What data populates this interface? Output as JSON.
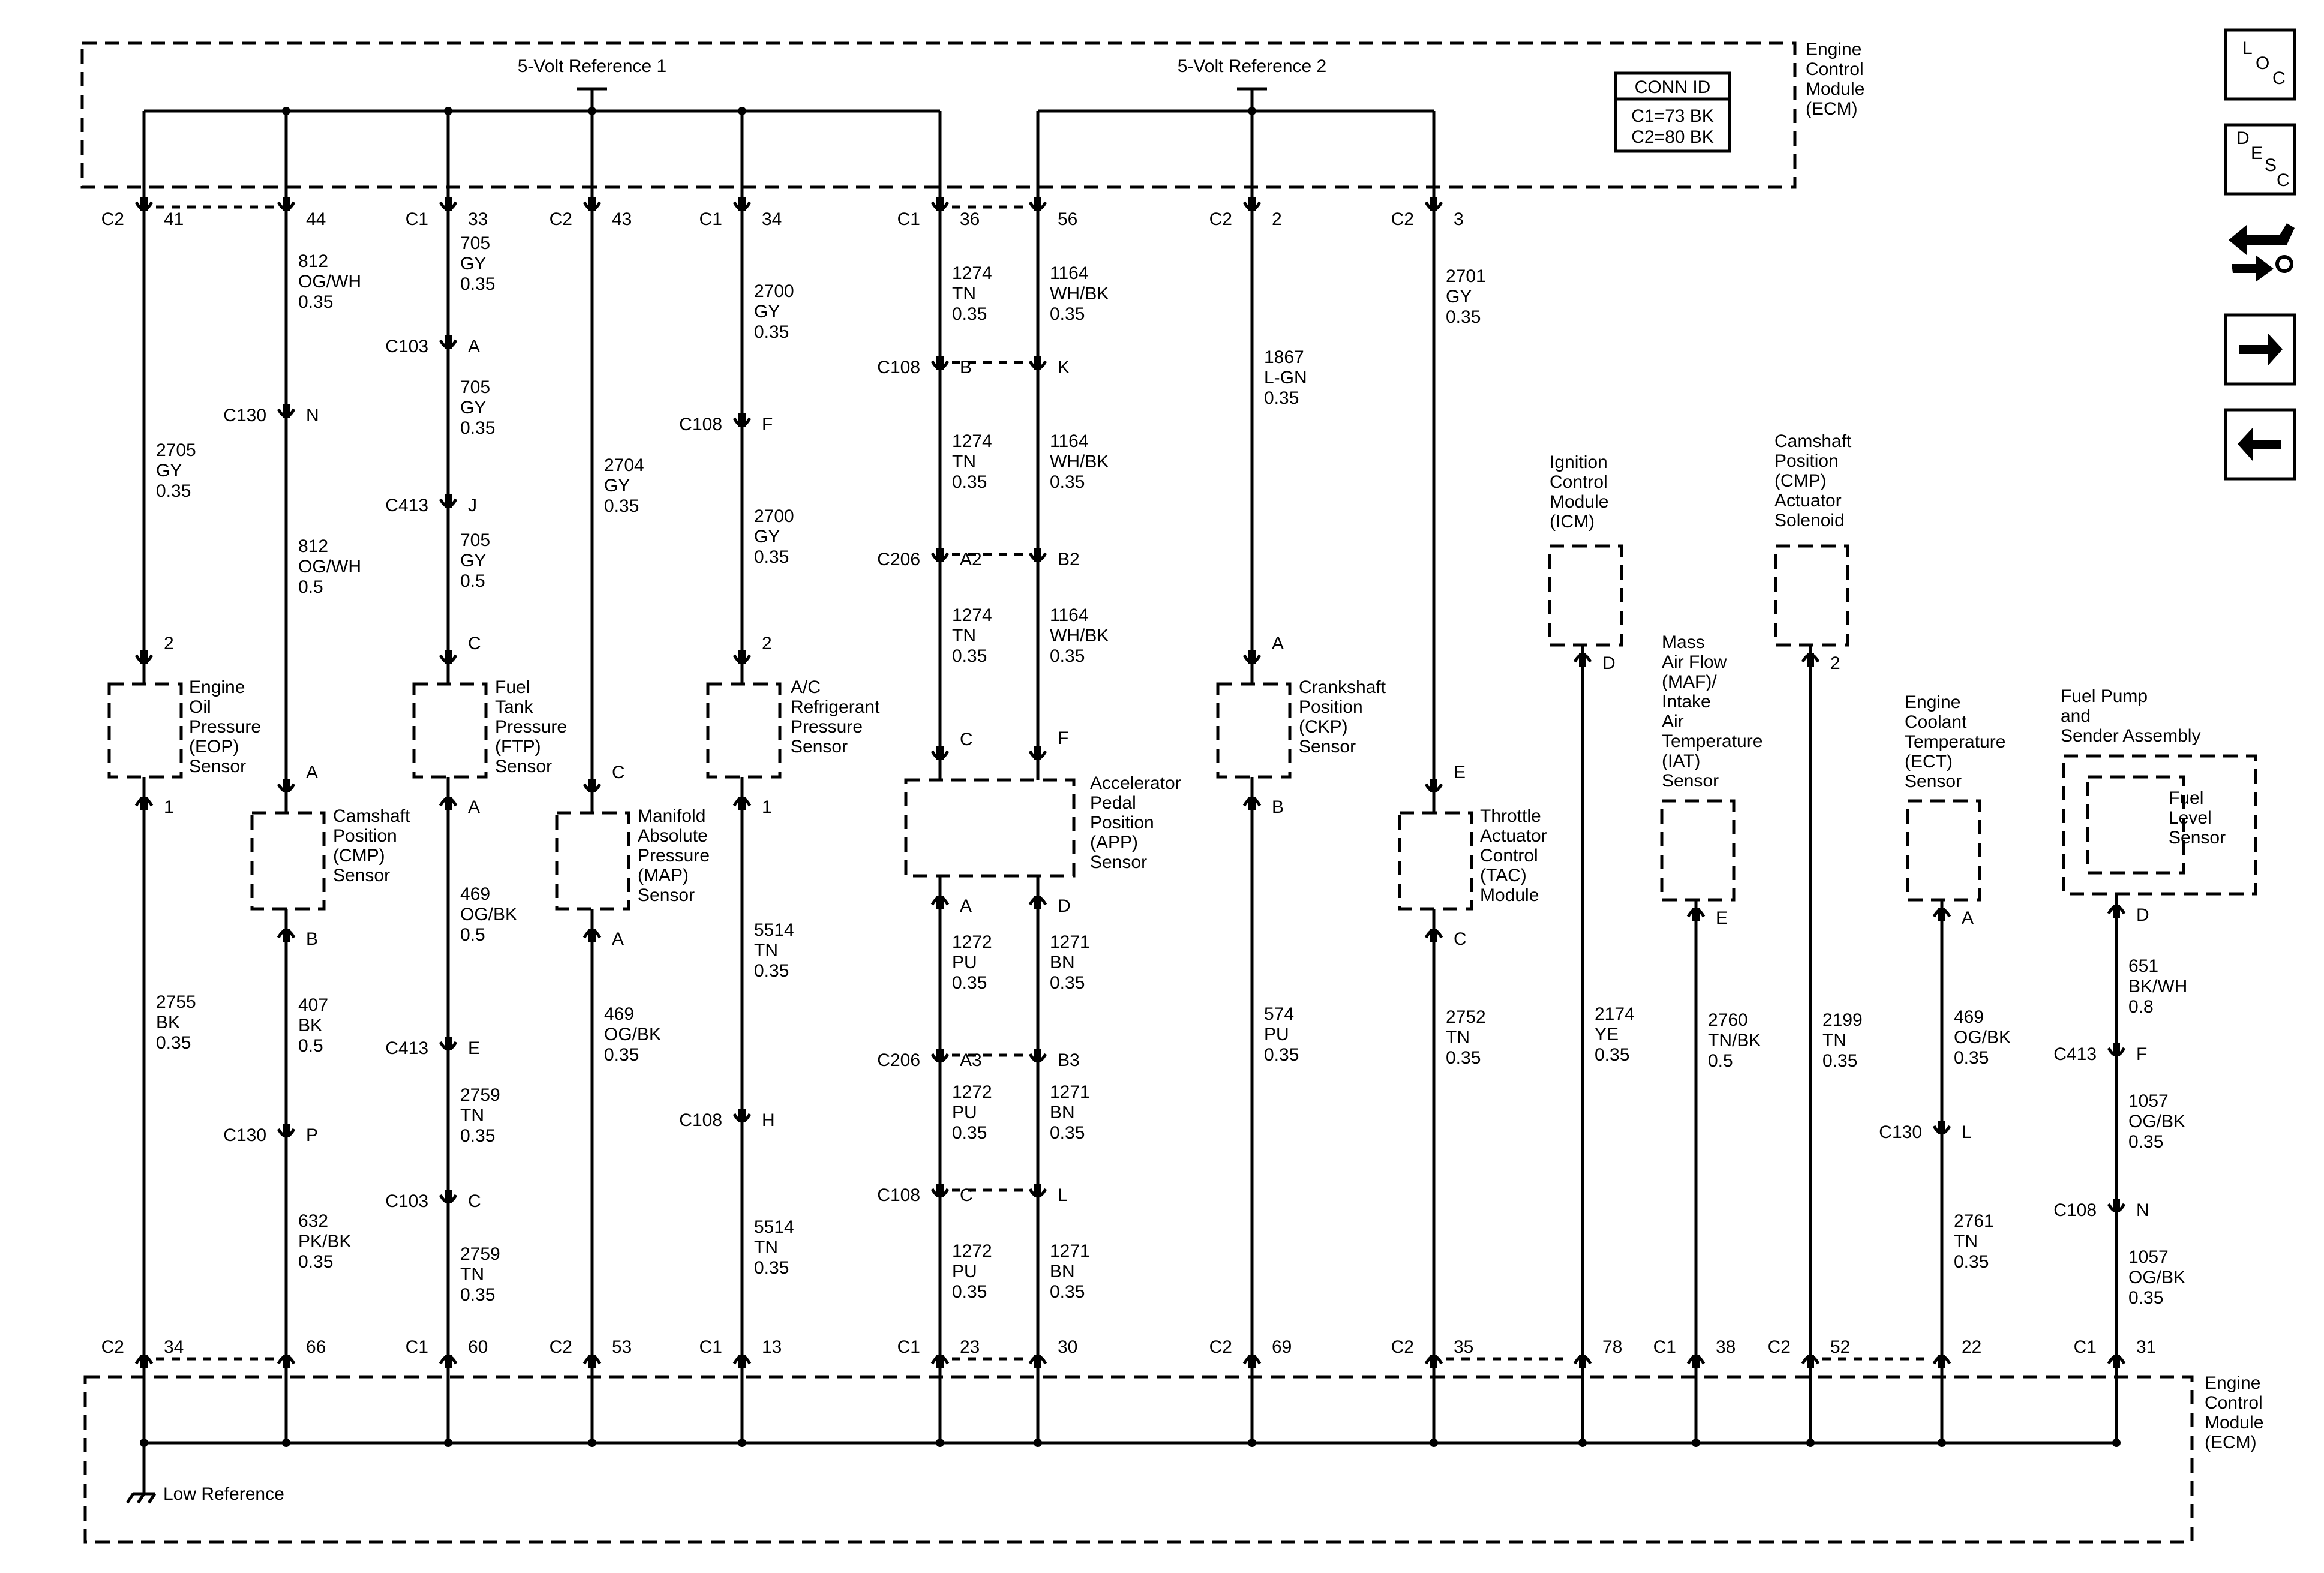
{
  "ecm_top": {
    "label": [
      "Engine",
      "Control",
      "Module",
      "(ECM)"
    ]
  },
  "ecm_bottom": {
    "label": [
      "Engine",
      "Control",
      "Module",
      "(ECM)"
    ]
  },
  "references": {
    "ref1": "5-Volt Reference 1",
    "ref2": "5-Volt Reference 2",
    "low": "Low Reference"
  },
  "conn_id": {
    "title": "CONN ID",
    "rows": [
      "C1=73 BK",
      "C2=80 BK"
    ]
  },
  "nav": {
    "loc": [
      "L",
      "O",
      "C"
    ],
    "desc": [
      "D",
      "E",
      "S",
      "C"
    ]
  },
  "wires": [
    {
      "top": {
        "conn": "C2",
        "pin": "41"
      },
      "bottom": {
        "conn": "C2",
        "pin": "34"
      },
      "texts": [
        [
          "2705",
          "GY",
          "0.35"
        ],
        [
          "2755",
          "BK",
          "0.35"
        ]
      ],
      "device": {
        "name": [
          "Engine",
          "Oil",
          "Pressure",
          "(EOP)",
          "Sensor"
        ],
        "pin_top": "2",
        "pin_bottom": "1"
      },
      "inlines": []
    },
    {
      "top": {
        "conn": "",
        "pin": "44"
      },
      "bottom": {
        "conn": "",
        "pin": "66"
      },
      "texts": [
        [
          "812",
          "OG/WH",
          "0.35"
        ],
        [
          "812",
          "OG/WH",
          "0.5"
        ],
        [
          "407",
          "BK",
          "0.5"
        ],
        [
          "632",
          "PK/BK",
          "0.35"
        ]
      ],
      "device": {
        "name": [
          "Camshaft",
          "Position",
          "(CMP)",
          "Sensor"
        ],
        "pin_top": "A",
        "pin_bottom": "B"
      },
      "inlines": [
        {
          "conn": "C130",
          "pin": "N"
        },
        {
          "conn": "C130",
          "pin": "P"
        }
      ]
    },
    {
      "top": {
        "conn": "C1",
        "pin": "33"
      },
      "bottom": {
        "conn": "C1",
        "pin": "60"
      },
      "texts": [
        [
          "705",
          "GY",
          "0.35"
        ],
        [
          "705",
          "GY",
          "0.35"
        ],
        [
          "705",
          "GY",
          "0.5"
        ],
        [
          "469",
          "OG/BK",
          "0.5"
        ],
        [
          "2759",
          "TN",
          "0.35"
        ],
        [
          "2759",
          "TN",
          "0.35"
        ]
      ],
      "device": {
        "name": [
          "Fuel",
          "Tank",
          "Pressure",
          "(FTP)",
          "Sensor"
        ],
        "pin_top": "C",
        "pin_bottom": "A"
      },
      "inlines": [
        {
          "conn": "C103",
          "pin": "A"
        },
        {
          "conn": "C413",
          "pin": "J"
        },
        {
          "conn": "C413",
          "pin": "E"
        },
        {
          "conn": "C103",
          "pin": "C"
        }
      ]
    },
    {
      "top": {
        "conn": "C2",
        "pin": "43"
      },
      "bottom": {
        "conn": "C2",
        "pin": "53"
      },
      "texts": [
        [
          "2704",
          "GY",
          "0.35"
        ],
        [
          "469",
          "OG/BK",
          "0.35"
        ]
      ],
      "device": {
        "name": [
          "Manifold",
          "Absolute",
          "Pressure",
          "(MAP)",
          "Sensor"
        ],
        "pin_top": "C",
        "pin_bottom": "A"
      },
      "inlines": []
    },
    {
      "top": {
        "conn": "C1",
        "pin": "34"
      },
      "bottom": {
        "conn": "C1",
        "pin": "13"
      },
      "texts": [
        [
          "2700",
          "GY",
          "0.35"
        ],
        [
          "2700",
          "GY",
          "0.35"
        ],
        [
          "5514",
          "TN",
          "0.35"
        ],
        [
          "5514",
          "TN",
          "0.35"
        ]
      ],
      "device": {
        "name": [
          "A/C",
          "Refrigerant",
          "Pressure",
          "Sensor"
        ],
        "pin_top": "2",
        "pin_bottom": "1"
      },
      "inlines": [
        {
          "conn": "C108",
          "pin": "F"
        },
        {
          "conn": "C108",
          "pin": "H"
        }
      ]
    },
    {
      "top": {
        "conn": "C1",
        "pin": "36"
      },
      "bottom": {
        "conn": "C1",
        "pin": "23"
      },
      "texts": [
        [
          "1274",
          "TN",
          "0.35"
        ],
        [
          "1274",
          "TN",
          "0.35"
        ],
        [
          "1274",
          "TN",
          "0.35"
        ],
        [
          "1272",
          "PU",
          "0.35"
        ],
        [
          "1272",
          "PU",
          "0.35"
        ],
        [
          "1272",
          "PU",
          "0.35"
        ]
      ],
      "device": {
        "name": [
          "Accelerator",
          "Pedal",
          "Position",
          "(APP)",
          "Sensor"
        ],
        "pin_top": "C",
        "pin_bottom": "A"
      },
      "inlines": [
        {
          "conn": "C108",
          "pin": "B"
        },
        {
          "conn": "C206",
          "pin": "A2"
        },
        {
          "conn": "C206",
          "pin": "A3"
        },
        {
          "conn": "C108",
          "pin": "C"
        }
      ]
    },
    {
      "top": {
        "conn": "",
        "pin": "56"
      },
      "bottom": {
        "conn": "",
        "pin": "30"
      },
      "texts": [
        [
          "1164",
          "WH/BK",
          "0.35"
        ],
        [
          "1164",
          "WH/BK",
          "0.35"
        ],
        [
          "1164",
          "WH/BK",
          "0.35"
        ],
        [
          "1271",
          "BN",
          "0.35"
        ],
        [
          "1271",
          "BN",
          "0.35"
        ],
        [
          "1271",
          "BN",
          "0.35"
        ]
      ],
      "device": {
        "name": [],
        "pin_top": "F",
        "pin_bottom": "D"
      },
      "inlines": [
        {
          "conn": "",
          "pin": "K"
        },
        {
          "conn": "",
          "pin": "B2"
        },
        {
          "conn": "",
          "pin": "B3"
        },
        {
          "conn": "",
          "pin": "L"
        }
      ]
    },
    {
      "top": {
        "conn": "C2",
        "pin": "2"
      },
      "bottom": {
        "conn": "C2",
        "pin": "69"
      },
      "texts": [
        [
          "1867",
          "L-GN",
          "0.35"
        ],
        [
          "574",
          "PU",
          "0.35"
        ]
      ],
      "device": {
        "name": [
          "Crankshaft",
          "Position",
          "(CKP)",
          "Sensor"
        ],
        "pin_top": "A",
        "pin_bottom": "B"
      },
      "inlines": []
    },
    {
      "top": {
        "conn": "C2",
        "pin": "3"
      },
      "bottom": {
        "conn": "C2",
        "pin": "35"
      },
      "texts": [
        [
          "2701",
          "GY",
          "0.35"
        ],
        [
          "2752",
          "TN",
          "0.35"
        ]
      ],
      "device": {
        "name": [
          "Throttle",
          "Actuator",
          "Control",
          "(TAC)",
          "Module"
        ],
        "pin_top": "E",
        "pin_bottom": "C"
      },
      "inlines": []
    },
    {
      "top": null,
      "bottom": {
        "conn": "",
        "pin": "78"
      },
      "texts": [
        [
          "2174",
          "YE",
          "0.35"
        ]
      ],
      "device": {
        "name": [
          "Ignition",
          "Control",
          "Module",
          "(ICM)"
        ],
        "pin_top": "",
        "pin_bottom": "D"
      },
      "inlines": []
    },
    {
      "top": null,
      "bottom": {
        "conn": "C1",
        "pin": "38"
      },
      "texts": [
        [
          "2760",
          "TN/BK",
          "0.5"
        ]
      ],
      "device": {
        "name": [
          "Mass",
          "Air Flow",
          "(MAF)/",
          "Intake",
          "Air",
          "Temperature",
          "(IAT)",
          "Sensor"
        ],
        "pin_top": "",
        "pin_bottom": "E"
      },
      "inlines": []
    },
    {
      "top": null,
      "bottom": {
        "conn": "C2",
        "pin": "52"
      },
      "texts": [
        [
          "2199",
          "TN",
          "0.35"
        ]
      ],
      "device": {
        "name": [
          "Camshaft",
          "Position",
          "(CMP)",
          "Actuator",
          "Solenoid"
        ],
        "pin_top": "",
        "pin_bottom": "2"
      },
      "inlines": []
    },
    {
      "top": null,
      "bottom": {
        "conn": "",
        "pin": "22"
      },
      "texts": [
        [
          "469",
          "OG/BK",
          "0.35"
        ],
        [
          "2761",
          "TN",
          "0.35"
        ]
      ],
      "device": {
        "name": [
          "Engine",
          "Coolant",
          "Temperature",
          "(ECT)",
          "Sensor"
        ],
        "pin_top": "",
        "pin_bottom": "A"
      },
      "inlines": [
        {
          "conn": "C130",
          "pin": "L"
        }
      ]
    },
    {
      "top": null,
      "bottom": {
        "conn": "C1",
        "pin": "31"
      },
      "texts": [
        [
          "651",
          "BK/WH",
          "0.8"
        ],
        [
          "1057",
          "OG/BK",
          "0.35"
        ],
        [
          "1057",
          "OG/BK",
          "0.35"
        ]
      ],
      "device": {
        "name": [
          "Fuel Pump",
          "and",
          "Sender Assembly"
        ],
        "inner": [
          "Fuel",
          "Level",
          "Sensor"
        ],
        "pin_top": "",
        "pin_bottom": "D"
      },
      "inlines": [
        {
          "conn": "C413",
          "pin": "F"
        },
        {
          "conn": "C108",
          "pin": "N"
        }
      ]
    }
  ]
}
